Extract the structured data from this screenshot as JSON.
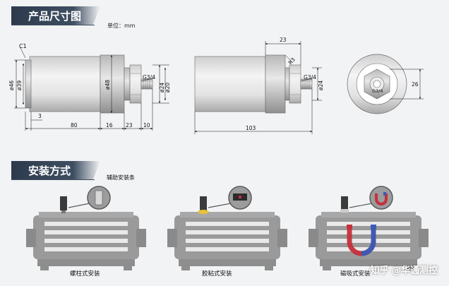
{
  "section1": {
    "title": "产品尺寸图",
    "unit": "单位：mm"
  },
  "drawing_left": {
    "chamfer": "C1",
    "d_outer": "ø46",
    "d_inner": "ø39",
    "d_body": "ø48",
    "thread": "G3/4",
    "d_shaft1": "ø24",
    "d_shaft2": "ø20",
    "dim_3": "3",
    "dim_80": "80",
    "dim_16": "16",
    "dim_23": "23",
    "dim_10": "10"
  },
  "drawing_middle": {
    "dim_23": "23",
    "radius": "R3",
    "thread": "G3/4",
    "d_shaft": "ø24",
    "dim_103": "103"
  },
  "drawing_right": {
    "thread": "G3/4",
    "dim_26": "26"
  },
  "section2": {
    "title": "安装方式",
    "aux_label": "辅助安装条"
  },
  "methods": [
    {
      "label": "螺柱式安装"
    },
    {
      "label": "胶粘式安装"
    },
    {
      "label": "磁吸式安装"
    }
  ],
  "watermark": "知乎 @华通测控",
  "colors": {
    "banner": "#2c3a4c",
    "motor": "#9a9a9a",
    "magnet_red": "#c5303a",
    "magnet_blue": "#3a5bb8"
  }
}
